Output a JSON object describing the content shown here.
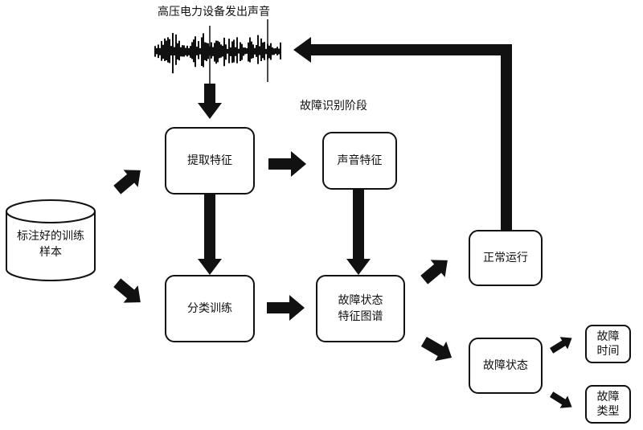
{
  "title": "高压电力设备发出声音",
  "stage_label": "故障识别阶段",
  "nodes": {
    "samples": "标注好的训练\n样本",
    "extract": "提取特征",
    "sound_features": "声音特征",
    "classify": "分类训练",
    "fault_map": "故障状态\n特征图谱",
    "normal": "正常运行",
    "fault_state": "故障状态",
    "fault_time": "故障\n时间",
    "fault_type": "故障\n类型"
  },
  "icons": {
    "waveform": "sound-waveform-icon"
  }
}
